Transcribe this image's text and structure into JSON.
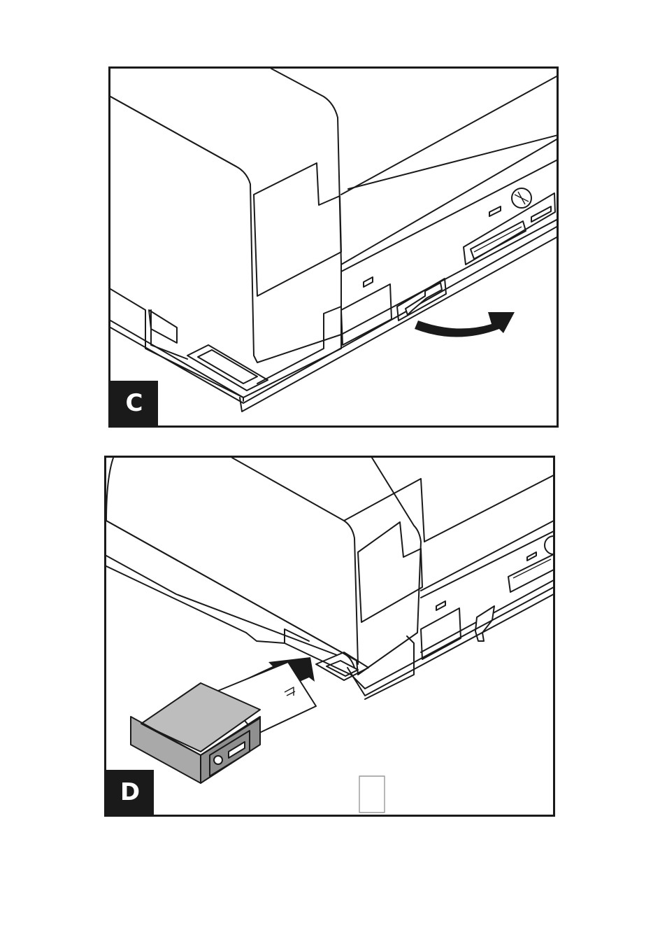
{
  "panels": [
    {
      "id": "C",
      "label": "C"
    },
    {
      "id": "D",
      "label": "D"
    }
  ],
  "colors": {
    "line": "#1a1a1a",
    "badge_bg": "#1a1a1a",
    "badge_text": "#ffffff",
    "module_gray": "#a9a9a9"
  }
}
